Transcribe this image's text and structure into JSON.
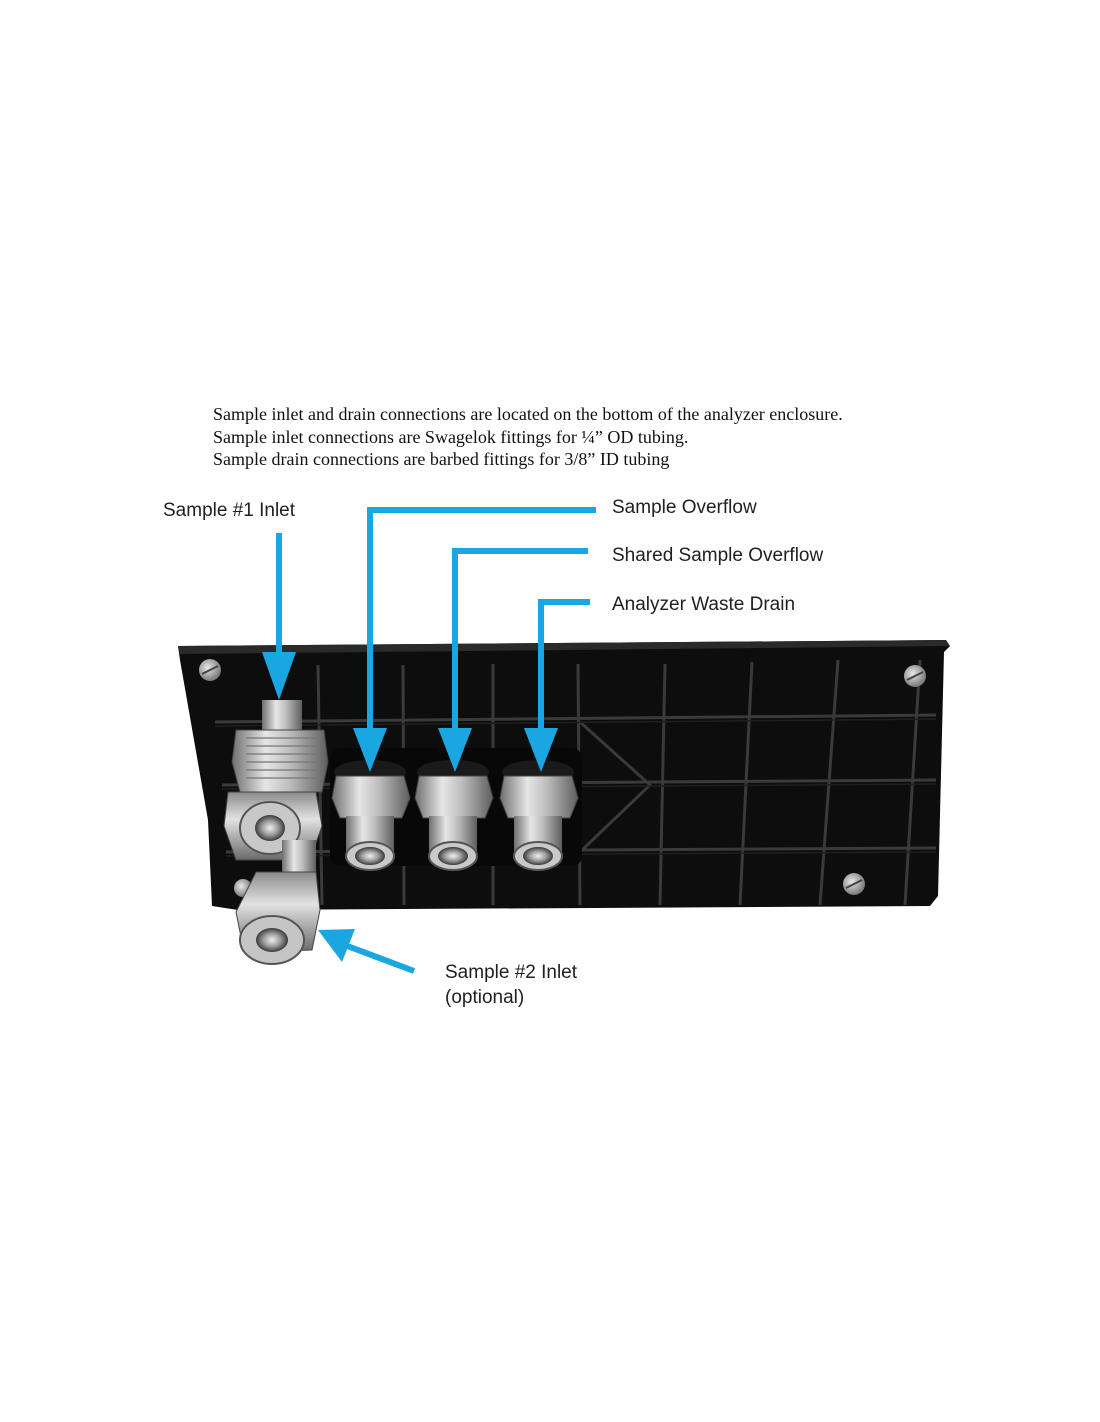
{
  "intro": {
    "line1": "Sample inlet and drain connections are located on the bottom of the analyzer enclosure.",
    "line2": "Sample inlet connections are Swagelok fittings for ¼” OD tubing.",
    "line3": "Sample drain connections are barbed fittings for 3/8” ID tubing"
  },
  "callouts": {
    "sample1_inlet": "Sample #1 Inlet",
    "sample_overflow": "Sample Overflow",
    "shared_overflow": "Shared Sample Overflow",
    "waste_drain": "Analyzer Waste Drain",
    "sample2_inlet_line1": "Sample #2 Inlet",
    "sample2_inlet_line2": "(optional)"
  },
  "colors": {
    "arrow": "#1aa6e0",
    "panel": "#0c0c0c",
    "steel": "#b9b9b9"
  }
}
